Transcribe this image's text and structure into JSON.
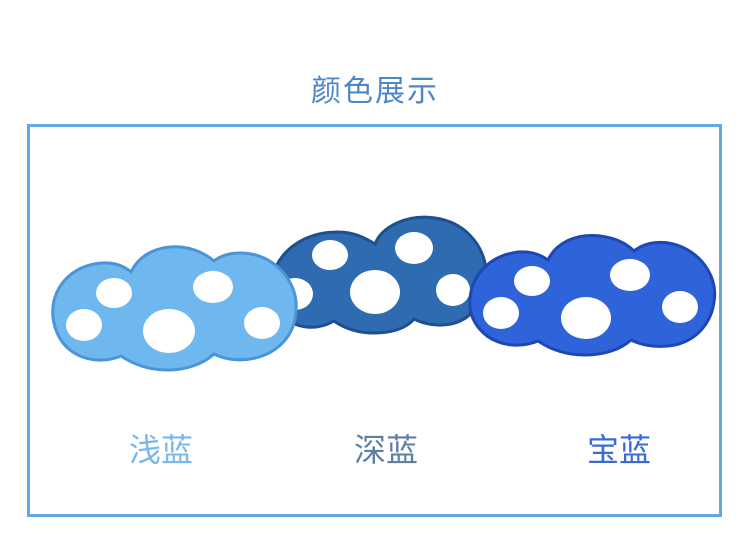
{
  "title": "颜色展示",
  "products": [
    {
      "name": "浅蓝",
      "label_color": "#78b8ef",
      "body": "#6fb7ef",
      "edge": "#4a95d8",
      "hole": "#ffffff"
    },
    {
      "name": "深蓝",
      "label_color": "#5d7fa2",
      "body": "#2e6bb0",
      "edge": "#1f4f8f",
      "hole": "#ffffff"
    },
    {
      "name": "宝蓝",
      "label_color": "#3a6ad4",
      "body": "#2f63d9",
      "edge": "#1d47b6",
      "hole": "#ffffff"
    }
  ]
}
